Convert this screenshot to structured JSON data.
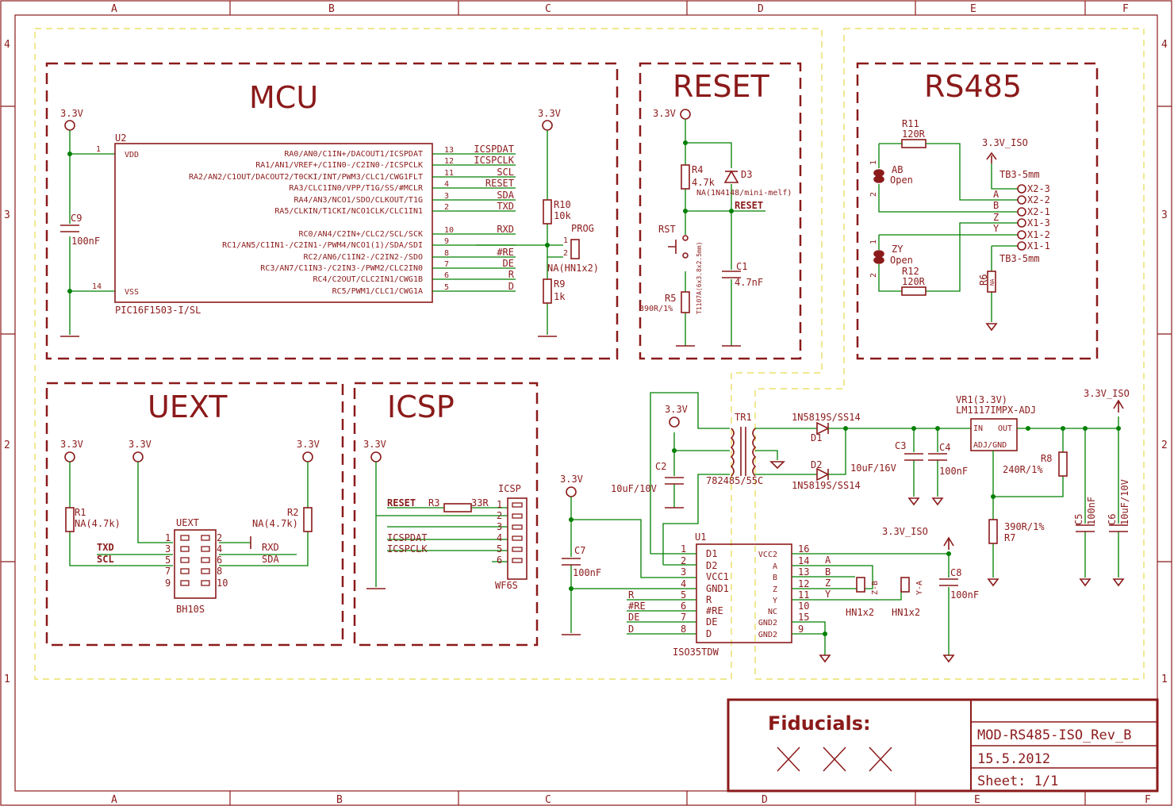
{
  "frame": {
    "cols_top": [
      "A",
      "B",
      "C",
      "D",
      "E",
      "F"
    ],
    "cols_bottom": [
      "A",
      "B",
      "C",
      "D",
      "E",
      "F"
    ],
    "rows_left": [
      "4",
      "3",
      "2",
      "1"
    ],
    "rows_right": [
      "4",
      "3",
      "2",
      "1"
    ]
  },
  "sections": {
    "mcu": "MCU",
    "reset": "RESET",
    "rs485": "RS485",
    "uext": "UEXT",
    "icsp": "ICSP"
  },
  "power": {
    "v33": "3.3V",
    "v33_iso": "3.3V_ISO"
  },
  "mcu": {
    "ref": "U2",
    "part": "PIC16F1503-I/SL",
    "vdd": "VDD",
    "vss": "VSS",
    "vdd_pin": "1",
    "vss_pin": "14",
    "pins_right": [
      {
        "name": "RA0/AN0/C1IN+/DACOUT1/ICSPDAT",
        "num": "13",
        "net": "ICSPDAT"
      },
      {
        "name": "RA1/AN1/VREF+/C1IN0-/C2IN0-/ICSPCLK",
        "num": "12",
        "net": "ICSPCLK"
      },
      {
        "name": "RA2/AN2/C1OUT/DACOUT2/T0CKI/INT/PWM3/CLC1/CWG1FLT",
        "num": "11",
        "net": "SCL"
      },
      {
        "name": "RA3/CLC1IN0/VPP/T1G/SS/#MCLR",
        "num": "4",
        "net": "RESET"
      },
      {
        "name": "RA4/AN3/NCO1/SDO/CLKOUT/T1G",
        "num": "3",
        "net": "SDA"
      },
      {
        "name": "RA5/CLKIN/T1CKI/NCO1CLK/CLC1IN1",
        "num": "2",
        "net": "TXD"
      },
      {
        "name": "RC0/AN4/C2IN+/CLC2/SCL/SCK",
        "num": "10",
        "net": "RXD"
      },
      {
        "name": "RC1/AN5/C1IN1-/C2IN1-/PWM4/NCO1(1)/SDA/SDI",
        "num": "9",
        "net": ""
      },
      {
        "name": "RC2/AN6/C1IN2-/C2IN2-/SDO",
        "num": "8",
        "net": "#RE"
      },
      {
        "name": "RC3/AN7/C1IN3-/C2IN3-/PWM2/CLC2IN0",
        "num": "7",
        "net": "DE"
      },
      {
        "name": "RC4/C2OUT/CLC2IN1/CWG1B",
        "num": "6",
        "net": "R"
      },
      {
        "name": "RC5/PWM1/CLC1/CWG1A",
        "num": "5",
        "net": "D"
      }
    ],
    "c9": {
      "ref": "C9",
      "val": "100nF"
    },
    "r10": {
      "ref": "R10",
      "val": "10k"
    },
    "r9": {
      "ref": "R9",
      "val": "1k"
    },
    "prog": {
      "ref": "PROG",
      "val": "NA(HN1x2)",
      "p1": "1",
      "p2": "2"
    }
  },
  "reset_sec": {
    "r4": {
      "ref": "R4",
      "val": "4.7k"
    },
    "d3": {
      "ref": "D3",
      "val": "NA(1N4148/mini-melf)"
    },
    "net": "RESET",
    "rst": {
      "ref": "RST",
      "val": "T1107A(6x3.8x2.5mm)"
    },
    "r5": {
      "ref": "R5",
      "val": "390R/1%"
    },
    "c1": {
      "ref": "C1",
      "val": "4.7nF"
    }
  },
  "rs485_sec": {
    "r11": {
      "ref": "R11",
      "val": "120R"
    },
    "r12": {
      "ref": "R12",
      "val": "120R"
    },
    "ab": {
      "ref": "AB",
      "val": "Open",
      "p1": "1",
      "p2": "2"
    },
    "zy": {
      "ref": "ZY",
      "val": "Open",
      "p1": "1",
      "p2": "2"
    },
    "tb": "TB3-5mm",
    "tb_pins": [
      "X2-3",
      "X2-2",
      "X2-1",
      "X1-3",
      "X1-2",
      "X1-1"
    ],
    "tb_letters": [
      "A",
      "B",
      "Z",
      "Y"
    ],
    "r6": {
      "ref": "R6",
      "val": "NA"
    }
  },
  "uext_sec": {
    "r1": {
      "ref": "R1",
      "val": "NA(4.7k)"
    },
    "r2": {
      "ref": "R2",
      "val": "NA(4.7k)"
    },
    "con": {
      "ref": "UEXT",
      "part": "BH10S"
    },
    "left_pins": [
      "1",
      "3",
      "5",
      "7",
      "9"
    ],
    "right_pins": [
      "2",
      "4",
      "6",
      "8",
      "10"
    ],
    "txd": "TXD",
    "scl": "SCL",
    "rxd": "RXD",
    "sda": "SDA"
  },
  "icsp_sec": {
    "reset": "RESET",
    "r3": {
      "ref": "R3",
      "val": "33R"
    },
    "con": {
      "ref": "ICSP",
      "part": "WF6S"
    },
    "pins": [
      "1",
      "2",
      "3",
      "4",
      "5",
      "6"
    ],
    "icspdat": "ICSPDAT",
    "icspclk": "ICSPCLK"
  },
  "iso": {
    "tr1": {
      "ref": "TR1",
      "val": "782485/55C"
    },
    "c2": {
      "ref": "C2",
      "val": "10uF/10V"
    },
    "d1": {
      "ref": "D1",
      "val": "1N5819S/SS14"
    },
    "d2": {
      "ref": "D2",
      "val": "1N5819S/SS14"
    },
    "c3": {
      "ref": "C3",
      "val": "10uF/16V"
    },
    "c4": {
      "ref": "C4",
      "val": "100nF"
    },
    "vr1": {
      "ref": "VR1(3.3V)",
      "val": "LM1117IMPX-ADJ",
      "in": "IN",
      "out": "OUT",
      "adj": "ADJ/GND"
    },
    "r8": {
      "ref": "R8",
      "val": "240R/1%"
    },
    "r7": {
      "ref": "R7",
      "val": "390R/1%"
    },
    "c5": {
      "ref": "C5",
      "val": "100nF"
    },
    "c6": {
      "ref": "C6",
      "val": "10uF/10V"
    },
    "c7": {
      "ref": "C7",
      "val": "100nF"
    },
    "c8": {
      "ref": "C8",
      "val": "100nF"
    },
    "u1": {
      "ref": "U1",
      "part": "ISO35TDW",
      "left": [
        [
          "D1",
          "1"
        ],
        [
          "D2",
          "2"
        ],
        [
          "VCC1",
          "3"
        ],
        [
          "GND1",
          "4"
        ],
        [
          "R",
          "5"
        ],
        [
          "#RE",
          "6"
        ],
        [
          "DE",
          "7"
        ],
        [
          "D",
          "8"
        ]
      ],
      "right": [
        [
          "VCC2",
          "16"
        ],
        [
          "A",
          "14"
        ],
        [
          "B",
          "13"
        ],
        [
          "Z",
          "12"
        ],
        [
          "Y",
          "11"
        ],
        [
          "NC",
          "10"
        ],
        [
          "GND2",
          "15"
        ],
        [
          "GND2",
          "9"
        ]
      ]
    },
    "nets_left": [
      "R",
      "#RE",
      "DE",
      "D"
    ],
    "nets_right": [
      "A",
      "B",
      "Z",
      "Y"
    ],
    "hn_a": {
      "ref": "HN1x2",
      "l1": "Z-B",
      "l2": "Y-A"
    },
    "hn_b": {
      "ref": "HN1x2"
    }
  },
  "title_block": {
    "fiducials": "Fiducials:",
    "name": "MOD-RS485-ISO_Rev_B",
    "date": "15.5.2012",
    "sheet": "Sheet: 1/1"
  }
}
